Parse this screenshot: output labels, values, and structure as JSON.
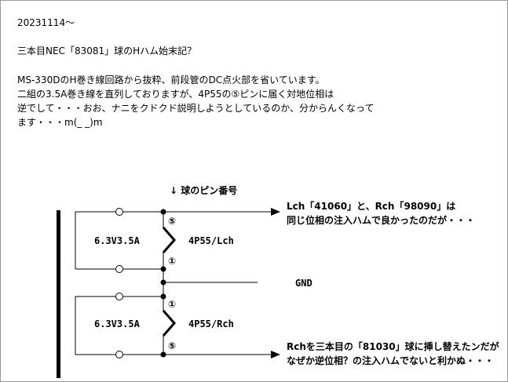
{
  "header": {
    "date": "20231114〜",
    "title": "三本目NEC「83081」球のHハム始末記？"
  },
  "body": {
    "lines": [
      "MS-330DのH巻き線回路から抜粋、前段管のDC点火部を省いています。",
      "二組の3.5A巻き線を直列しておりますが、4P55の⑤ピンに届く対地位相は",
      "逆でして・・・おお、ナニをクドクド説明しようとしているのか、分からんくなって",
      "ます・・・m(_ _)m"
    ]
  },
  "diagram": {
    "pin_label": "↓ 球のピン番号",
    "upper": {
      "winding": "6.3V3.5A",
      "tube": "4P55/Lch",
      "pin_top": "⑤",
      "pin_bottom": "①"
    },
    "lower": {
      "winding": "6.3V3.5A",
      "tube": "4P55/Rch",
      "pin_top": "①",
      "pin_bottom": "⑤"
    },
    "gnd_label": "GND",
    "note_top": [
      "Lch「41060」と、Rch「98090」は",
      "同じ位相の注入ハムで良かったのだが・・・"
    ],
    "note_bottom": [
      "Rchを三本目の「81030」球に挿し替えたンだが",
      "なぜか逆位相？の注入ハムでないと利かぬ・・・"
    ]
  }
}
